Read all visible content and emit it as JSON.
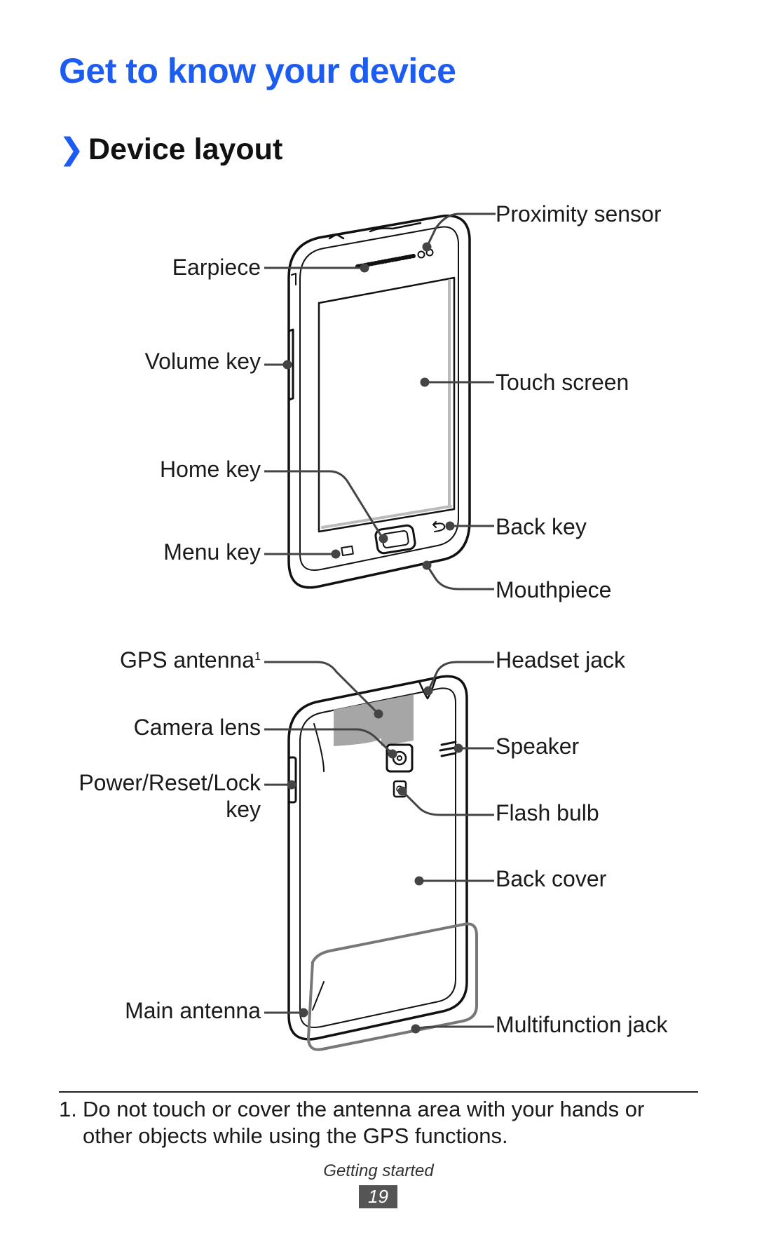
{
  "header": {
    "title": "Get to know your device"
  },
  "section": {
    "chevron": "❯",
    "title": "Device layout"
  },
  "front_labels": {
    "proximity_sensor": "Proximity sensor",
    "earpiece": "Earpiece",
    "volume_key": "Volume key",
    "touch_screen": "Touch screen",
    "home_key": "Home key",
    "back_key": "Back key",
    "menu_key": "Menu key",
    "mouthpiece": "Mouthpiece"
  },
  "back_labels": {
    "gps_antenna": "GPS antenna",
    "gps_antenna_note": "1",
    "headset_jack": "Headset jack",
    "camera_lens": "Camera lens",
    "speaker": "Speaker",
    "power_key_line1": "Power/Reset/Lock",
    "power_key_line2": "key",
    "flash_bulb": "Flash bulb",
    "back_cover": "Back cover",
    "main_antenna": "Main antenna",
    "multifunction_jack": "Multifunction jack"
  },
  "footnote": {
    "number": "1.",
    "text": "Do not touch or cover the antenna area with your hands or other objects while using the GPS functions."
  },
  "footer": {
    "section": "Getting started",
    "page": "19"
  },
  "colors": {
    "accent": "#1d5cf0",
    "antenna_fill": "#a6a6a6"
  }
}
